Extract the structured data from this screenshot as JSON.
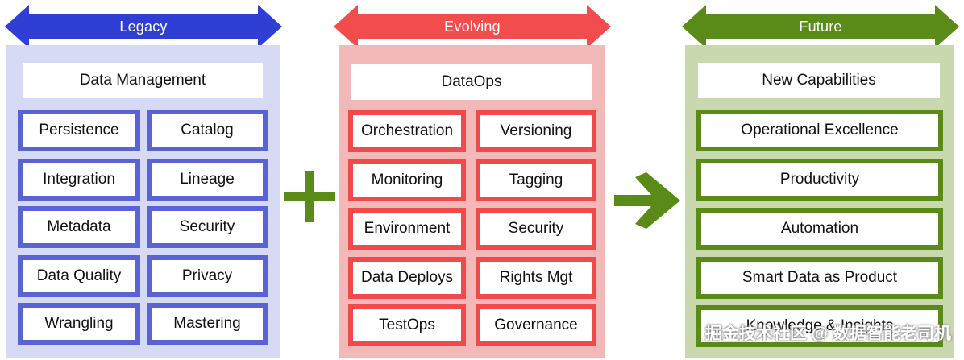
{
  "columns": [
    {
      "arrow_label": "Legacy",
      "header": "Data Management",
      "left": [
        "Persistence",
        "Integration",
        "Metadata",
        "Data Quality",
        "Wrangling"
      ],
      "right": [
        "Catalog",
        "Lineage",
        "Security",
        "Privacy",
        "Mastering"
      ],
      "colors": {
        "arrow": "#2f3fd6",
        "panel": "#d7daf4",
        "border": "#5a63d6"
      }
    },
    {
      "arrow_label": "Evolving",
      "header": "DataOps",
      "left": [
        "Orchestration",
        "Monitoring",
        "Environment",
        "Data Deploys",
        "TestOps"
      ],
      "right": [
        "Versioning",
        "Tagging",
        "Security",
        "Rights Mgt",
        "Governance"
      ],
      "colors": {
        "arrow": "#f24c4c",
        "panel": "#f3b9b9",
        "border": "#f04a4a"
      }
    },
    {
      "arrow_label": "Future",
      "header": "New Capabilities",
      "items": [
        "Operational Excellence",
        "Productivity",
        "Automation",
        "Smart Data as Product",
        "Knowledge & Insights"
      ],
      "colors": {
        "arrow": "#5a8a18",
        "panel": "#c9d8ae",
        "border": "#5a8a18"
      }
    }
  ],
  "operators": {
    "plus": "plus-icon",
    "arrow": "right-arrow-icon"
  },
  "watermark": "掘金技术社区 @ 数据智能老司机"
}
